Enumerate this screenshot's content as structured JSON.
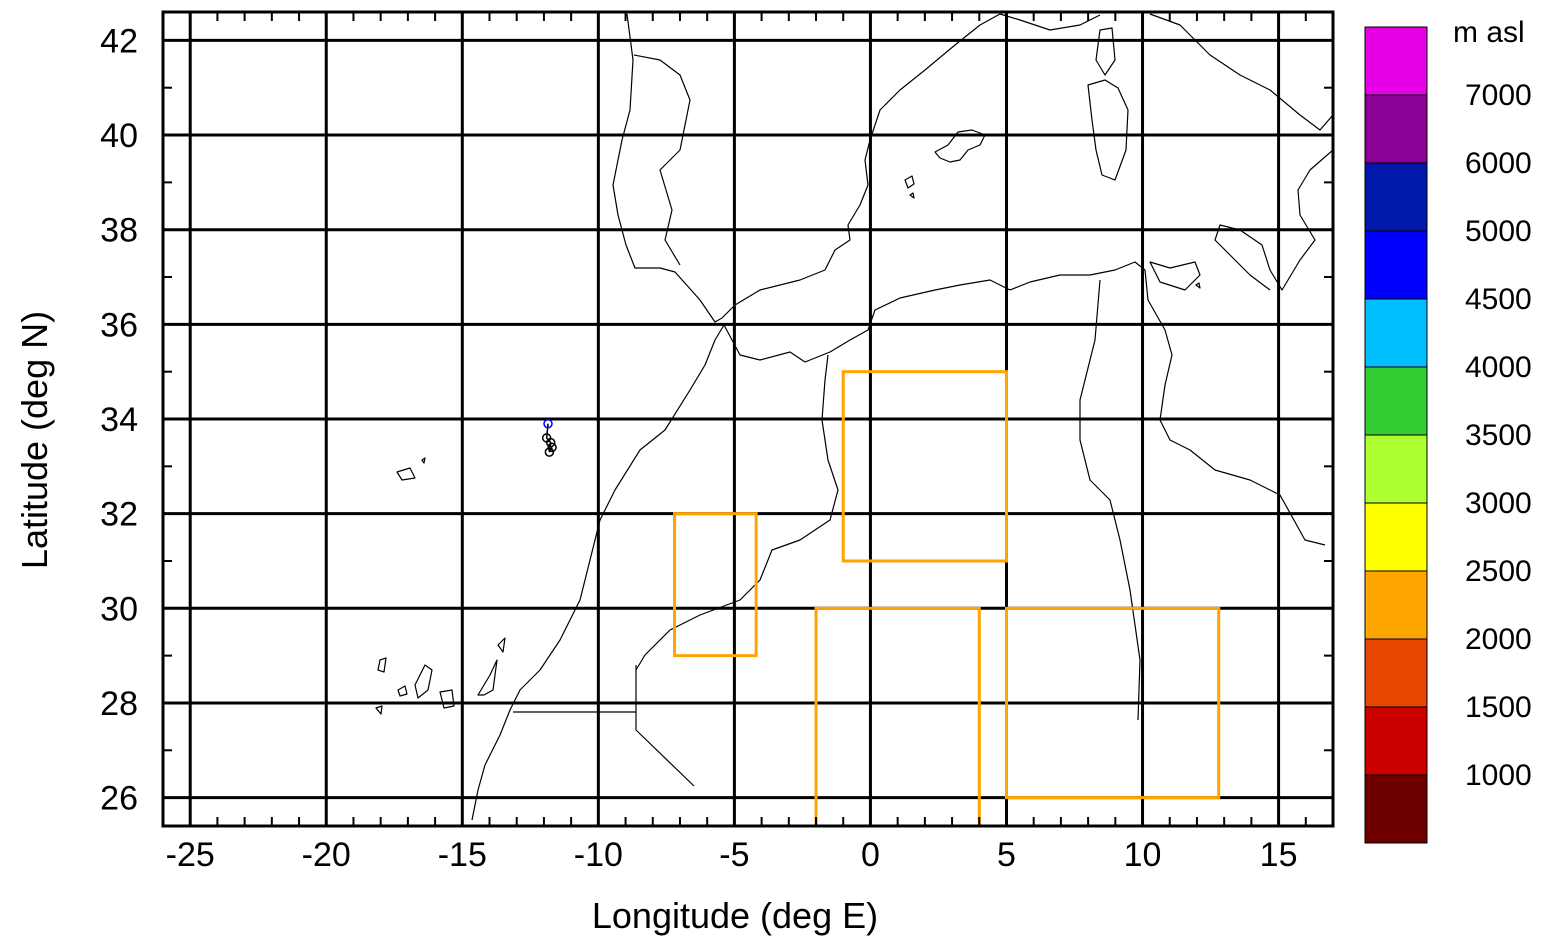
{
  "chart_data": {
    "type": "map",
    "xlabel": "Longitude (deg E)",
    "ylabel": "Latitude (deg N)",
    "xlim": [
      -26,
      17
    ],
    "ylim": [
      25.4,
      42.6
    ],
    "grid": true,
    "x_ticks": [
      -25,
      -20,
      -15,
      -10,
      -5,
      0,
      5,
      10,
      15
    ],
    "x_tick_labels": [
      "-25",
      "-20",
      "-15",
      "-10",
      "-5",
      "0",
      "5",
      "10",
      "15"
    ],
    "y_ticks": [
      26,
      28,
      30,
      32,
      34,
      36,
      38,
      40,
      42
    ],
    "y_tick_labels": [
      "26",
      "28",
      "30",
      "32",
      "34",
      "36",
      "38",
      "40",
      "42"
    ],
    "regions": [
      {
        "lon": [
          -7.2,
          -4.2
        ],
        "lat": [
          29,
          32
        ],
        "color": "#ffa500"
      },
      {
        "lon": [
          -1,
          5
        ],
        "lat": [
          31,
          35
        ],
        "color": "#ffa500"
      },
      {
        "lon": [
          -2,
          4
        ],
        "lat": [
          25.4,
          30
        ],
        "color": "#ffa500"
      },
      {
        "lon": [
          5,
          12.8
        ],
        "lat": [
          26,
          30
        ],
        "color": "#ffa500"
      },
      {
        "lon": [
          12.8,
          17
        ],
        "lat": [
          26,
          26
        ],
        "color": "#ffa500"
      }
    ],
    "trajectory": {
      "points": [
        [
          -11.85,
          33.9
        ],
        [
          -11.9,
          33.6
        ],
        [
          -11.75,
          33.5
        ],
        [
          -11.8,
          33.3
        ],
        [
          -11.7,
          33.4
        ]
      ],
      "colors": [
        "#0000ff",
        "#000000"
      ]
    },
    "colorbar": {
      "unit": "m asl",
      "levels": [
        "7000",
        "6000",
        "5000",
        "4500",
        "4000",
        "3500",
        "3000",
        "2500",
        "2000",
        "1500",
        "1000"
      ],
      "colors": [
        "#e600e6",
        "#8b0096",
        "#0019aa",
        "#0000ff",
        "#00bfff",
        "#32cd32",
        "#adff2f",
        "#ffff00",
        "#ffa500",
        "#e64600",
        "#cd0000",
        "#6e0000"
      ]
    }
  }
}
